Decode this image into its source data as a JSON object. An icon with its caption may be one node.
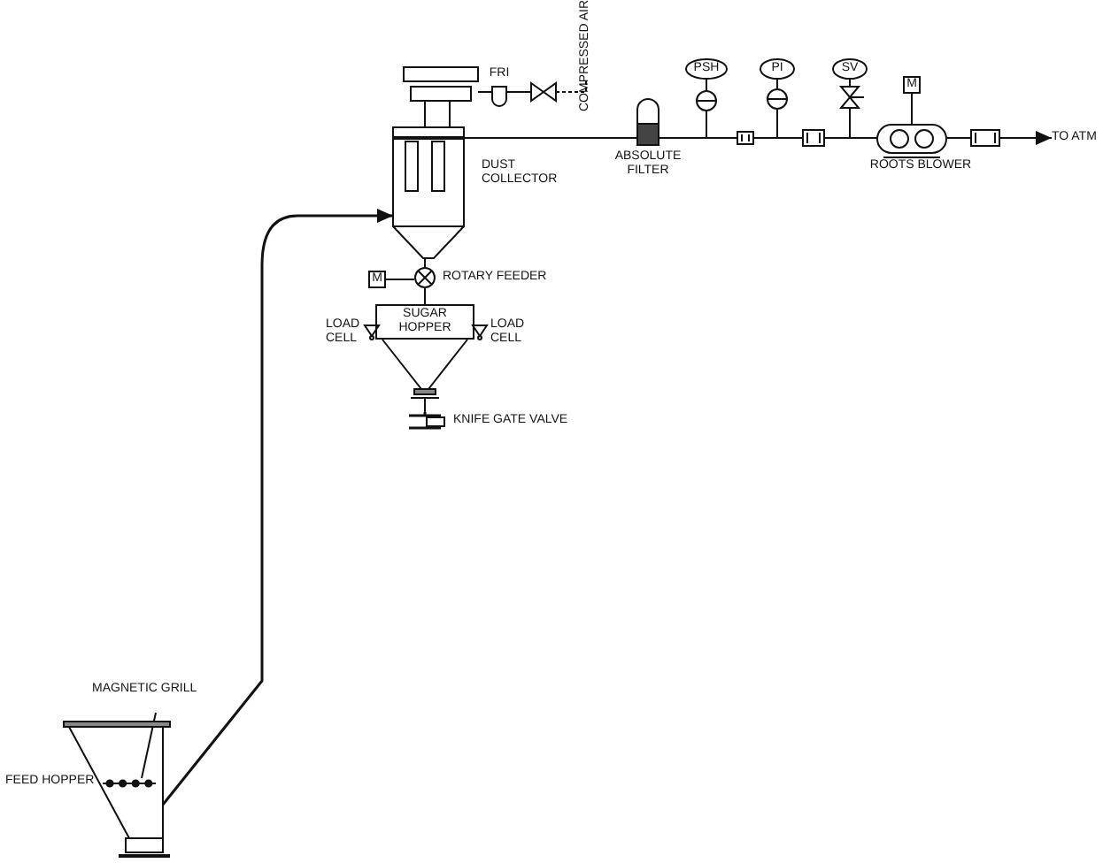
{
  "diagram": {
    "nodes": [
      {
        "text": [
          "FEED HOPPER"
        ]
      },
      {
        "text": [
          "MAGNETIC GRILL"
        ]
      },
      {
        "text": [],
        "shape": "bar",
        "in": 0
      },
      {
        "text": [],
        "shape": "cylinder",
        "beside": [
          "DUST COLLECTOR"
        ]
      },
      {
        "text": [
          "ROTARY FEEDER"
        ]
      },
      {
        "text": [
          "M"
        ]
      },
      {
        "text": [
          "SUGAR HOPPER"
        ]
      },
      {
        "text": [
          "LOAD CELL"
        ]
      },
      {
        "text": [
          "LOAD CELL"
        ]
      },
      {
        "text": [
          "KNIFE GATE VALVE"
        ]
      },
      {
        "text": [
          "FRI"
        ]
      },
      {
        "text": [],
        "shape": "valve"
      },
      {
        "text": [
          "COMPRESSED AIR"
        ]
      },
      {
        "text": [
          "ABSOLUTE FILTER"
        ]
      },
      {
        "text": [
          "PSH"
        ]
      },
      {
        "text": [
          "PI"
        ]
      },
      {
        "text": [
          "SV"
        ]
      },
      {
        "text": [
          "ROOTS BLOWER"
        ]
      },
      {
        "text": [
          "M"
        ]
      },
      {
        "text": [
          "TO ATM"
        ]
      },
      {
        "text": [],
        "shape": "box"
      },
      {
        "text": [],
        "shape": "box"
      },
      {
        "text": [],
        "shape": "box"
      }
    ],
    "edges": [
      {
        "from": 0,
        "to": 3,
        "arrow": "to"
      },
      {
        "from": 1,
        "to": 2,
        "arrow": "none"
      },
      {
        "from": 3,
        "to": 4,
        "arrow": "none"
      },
      {
        "from": 5,
        "to": 4,
        "arrow": "none"
      },
      {
        "from": 4,
        "to": 6,
        "arrow": "none"
      },
      {
        "from": 6,
        "to": 9,
        "arrow": "none"
      },
      {
        "from": 12,
        "to": 11,
        "arrow": "none",
        "style": "dashed"
      },
      {
        "from": 11,
        "to": 10,
        "arrow": "none"
      },
      {
        "from": 10,
        "to": 3,
        "arrow": "none"
      },
      {
        "from": 3,
        "to": 13,
        "arrow": "none"
      },
      {
        "from": 13,
        "to": 20,
        "arrow": "none"
      },
      {
        "from": 20,
        "to": 21,
        "arrow": "none"
      },
      {
        "from": 14,
        "to": null,
        "arrow": "none"
      },
      {
        "from": 15,
        "to": null,
        "arrow": "none"
      },
      {
        "from": 21,
        "to": 17,
        "arrow": "none"
      },
      {
        "from": 16,
        "to": null,
        "arrow": "none"
      },
      {
        "from": 18,
        "to": 17,
        "arrow": "none"
      },
      {
        "from": 17,
        "to": 22,
        "arrow": "none"
      },
      {
        "from": 22,
        "to": 19,
        "arrow": "to"
      }
    ]
  }
}
